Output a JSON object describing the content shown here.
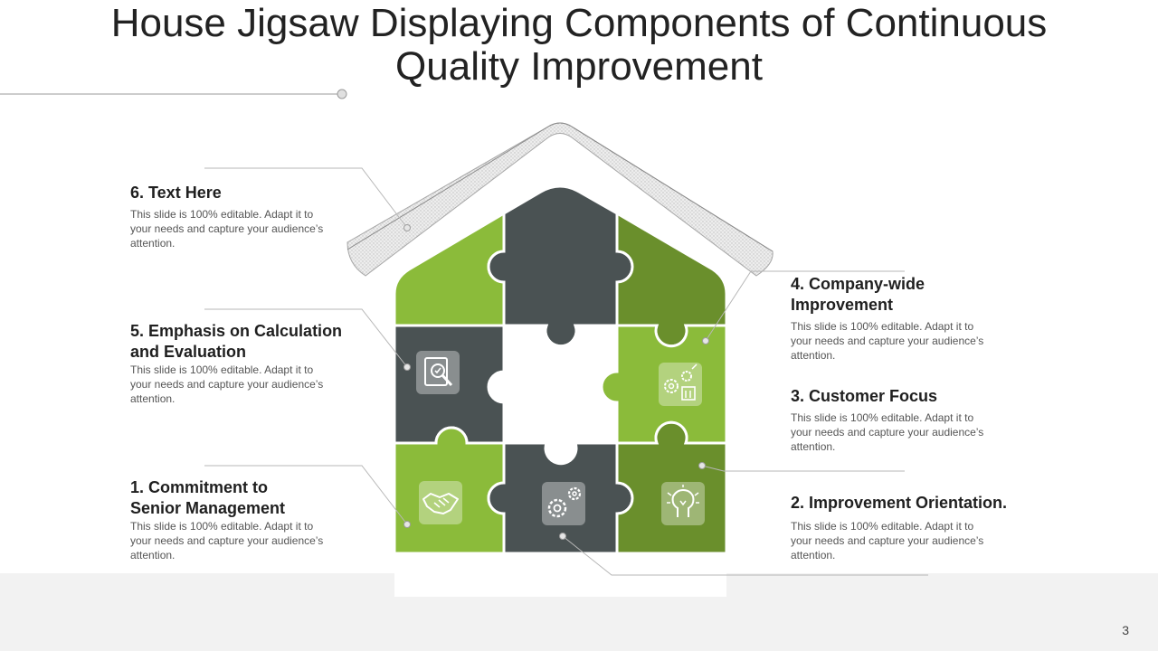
{
  "title": {
    "line1": "House Jigsaw Displaying Components of Continuous",
    "line2": "Quality Improvement"
  },
  "colors": {
    "light_green": "#8bbb3a",
    "dark_green": "#6a8f2c",
    "charcoal": "#4a5253",
    "white": "#ffffff"
  },
  "items": [
    {
      "heading": "1. Commitment to Senior Management",
      "heading_l1": "1. Commitment to",
      "heading_l2": "Senior Management",
      "body": "This slide is 100% editable. Adapt it to your needs and capture your audience’s attention.",
      "icon": "handshake-icon"
    },
    {
      "heading": "2. Improvement Orientation.",
      "body": "This slide is 100% editable. Adapt it to your needs and capture your audience’s attention.",
      "icon": "idea-person-icon"
    },
    {
      "heading": "3. Customer Focus",
      "body": "This slide is 100% editable. Adapt it to your needs and capture your audience’s attention.",
      "icon": "gears-building-icon"
    },
    {
      "heading": "4. Company-wide Improvement",
      "heading_l1": "4. Company-wide",
      "heading_l2": "Improvement",
      "body": "This slide is 100% editable. Adapt it to your needs and capture your audience’s attention.",
      "icon": "none"
    },
    {
      "heading": "5. Emphasis on Calculation and Evaluation",
      "heading_l1": "5. Emphasis on Calculation",
      "heading_l2": "and Evaluation",
      "body": "This slide is 100% editable. Adapt it to your needs and capture your audience’s attention.",
      "icon": "document-search-icon"
    },
    {
      "heading": "6. Text Here",
      "body": "This slide is 100% editable. Adapt it to your needs and capture your audience’s attention.",
      "icon": "none"
    }
  ],
  "center_icon": "gears-icon",
  "page_number": "3"
}
